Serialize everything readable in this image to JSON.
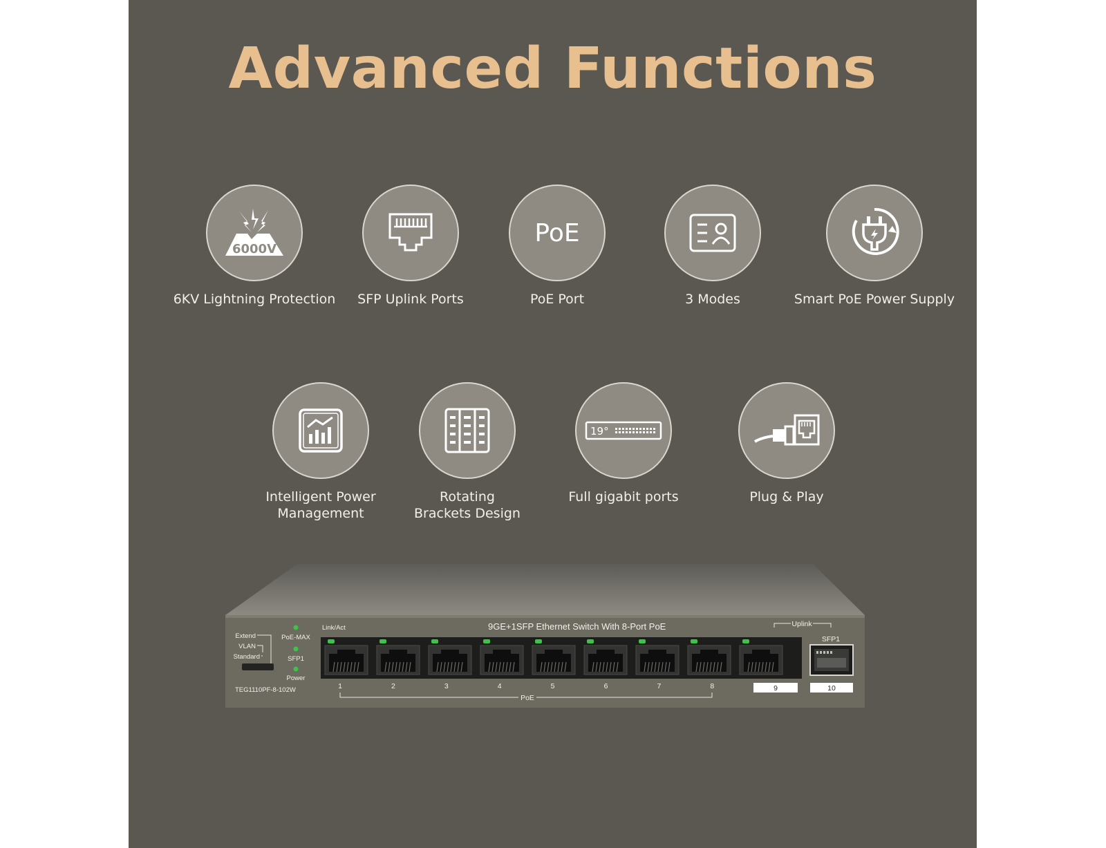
{
  "title": "Advanced Functions",
  "features": [
    {
      "label": "6KV Lightning Protection",
      "icon": "lightning-6000v-icon",
      "icon_text": "6000V"
    },
    {
      "label": "SFP Uplink Ports",
      "icon": "ethernet-port-icon"
    },
    {
      "label": "PoE Port",
      "icon": "poe-text-icon",
      "icon_text": "PoE"
    },
    {
      "label": "3 Modes",
      "icon": "id-card-icon"
    },
    {
      "label": "Smart PoE Power Supply",
      "icon": "power-plug-icon"
    },
    {
      "label": "Intelligent Power Management",
      "icon": "chart-monitor-icon"
    },
    {
      "label": "Rotating\nBrackets Design",
      "icon": "rack-brackets-icon"
    },
    {
      "label": "Full gigabit ports",
      "icon": "switch-19-icon",
      "icon_text": "19°"
    },
    {
      "label": "Plug & Play",
      "icon": "cable-plug-icon"
    }
  ],
  "switch": {
    "header": "9GE+1SFP Ethernet Switch With 8-Port PoE",
    "model": "TEG1110PF-8-102W",
    "mode_labels": [
      "Extend",
      "VLAN",
      "Standard"
    ],
    "led_labels": [
      "PoE-MAX",
      "SFP1",
      "Power"
    ],
    "link_act": "Link/Act",
    "uplink": "Uplink",
    "sfp": "SFP1",
    "poe_label": "PoE",
    "port_numbers": [
      "1",
      "2",
      "3",
      "4",
      "5",
      "6",
      "7",
      "8"
    ],
    "uplink_port_numbers": [
      "9",
      "10"
    ],
    "colors": {
      "led": "#3fc24a",
      "body": "#6d6a5f",
      "top": "#8c8a84"
    }
  }
}
